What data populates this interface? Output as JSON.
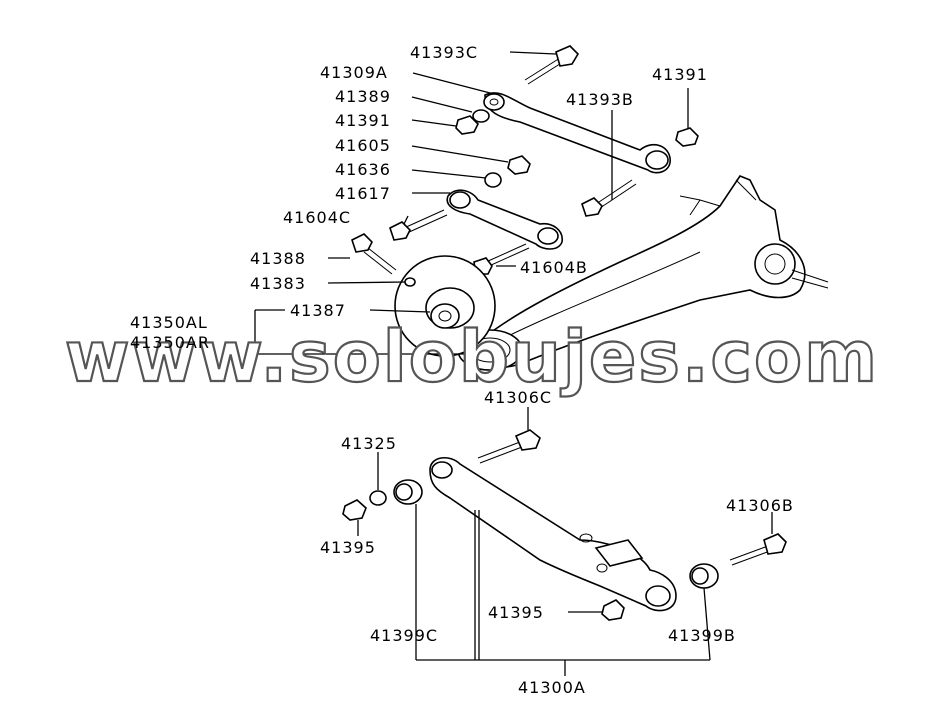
{
  "watermark": "www.solobujes.com",
  "labels": {
    "l41393C": "41393C",
    "l41309A": "41309A",
    "l41389": "41389",
    "l41391a": "41391",
    "l41605": "41605",
    "l41636": "41636",
    "l41617": "41617",
    "l41604C": "41604C",
    "l41388": "41388",
    "l41383": "41383",
    "l41387": "41387",
    "l41350AL": "41350AL",
    "l41350AR": "41350AR",
    "l41391b": "41391",
    "l41393B": "41393B",
    "l41604B": "41604B",
    "l41306C": "41306C",
    "l41325": "41325",
    "l41395a": "41395",
    "l41306B": "41306B",
    "l41395b": "41395",
    "l41399C": "41399C",
    "l41399B": "41399B",
    "l41300A": "41300A"
  }
}
